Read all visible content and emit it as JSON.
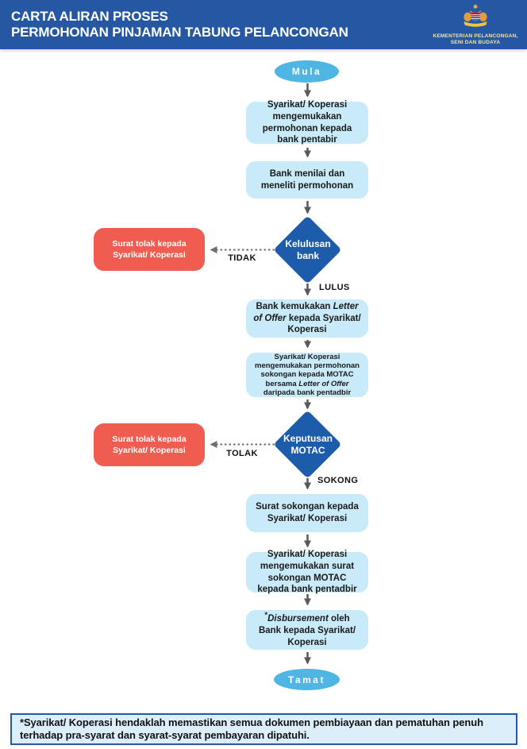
{
  "header": {
    "title_line1": "CARTA ALIRAN PROSES",
    "title_line2": "PERMOHONAN PINJAMAN TABUNG PELANCONGAN",
    "logo": {
      "icon": "malaysia-coat-of-arms",
      "ministry_line1": "KEMENTERIAN PELANCONGAN,",
      "ministry_line2": "SENI DAN BUDAYA"
    }
  },
  "colors": {
    "header_bg": "#2557A2",
    "terminal_fill": "#4FB5E2",
    "process_fill": "#C9EAF9",
    "decision_fill": "#1D5CAB",
    "reject_fill": "#F15C51",
    "arrow": "#58595B",
    "note_bg": "#DDEEFB",
    "note_border": "#2557A2"
  },
  "flowchart": {
    "start": {
      "label": "Mula"
    },
    "step1": {
      "text": "Syarikat/ Koperasi mengemukakan permohonan kepada bank pentabir"
    },
    "step2": {
      "text": "Bank menilai dan meneliti permohonan"
    },
    "decision1": {
      "label": "Kelulusan bank",
      "reject_text": "Surat tolak kepada Syarikat/ Koperasi",
      "no_label": "TIDAK",
      "yes_label": "LULUS"
    },
    "step3": {
      "pre": "Bank kemukakan ",
      "em": "Letter of Offer",
      "post": " kepada Syarikat/ Koperasi"
    },
    "step4": {
      "pre": "Syarikat/ Koperasi mengemukakan permohonan sokongan kepada MOTAC bersama ",
      "em": "Letter of Offer",
      "post": " daripada bank pentadbir"
    },
    "decision2": {
      "label": "Keputusan MOTAC",
      "reject_text": "Surat tolak kepada Syarikat/ Koperasi",
      "no_label": "TOLAK",
      "yes_label": "SOKONG"
    },
    "step5": {
      "text": "Surat sokongan kepada Syarikat/ Koperasi"
    },
    "step6": {
      "text": "Syarikat/ Koperasi mengemukakan surat sokongan MOTAC kepada bank pentadbir"
    },
    "step7": {
      "star": "*",
      "em": "Disbursement",
      "post": " oleh Bank kepada Syarikat/ Koperasi"
    },
    "end": {
      "label": "Tamat"
    }
  },
  "note": {
    "text": "*Syarikat/ Koperasi hendaklah memastikan semua dokumen pembiayaan dan pematuhan penuh terhadap pra-syarat dan syarat-syarat pembayaran dipatuhi."
  }
}
